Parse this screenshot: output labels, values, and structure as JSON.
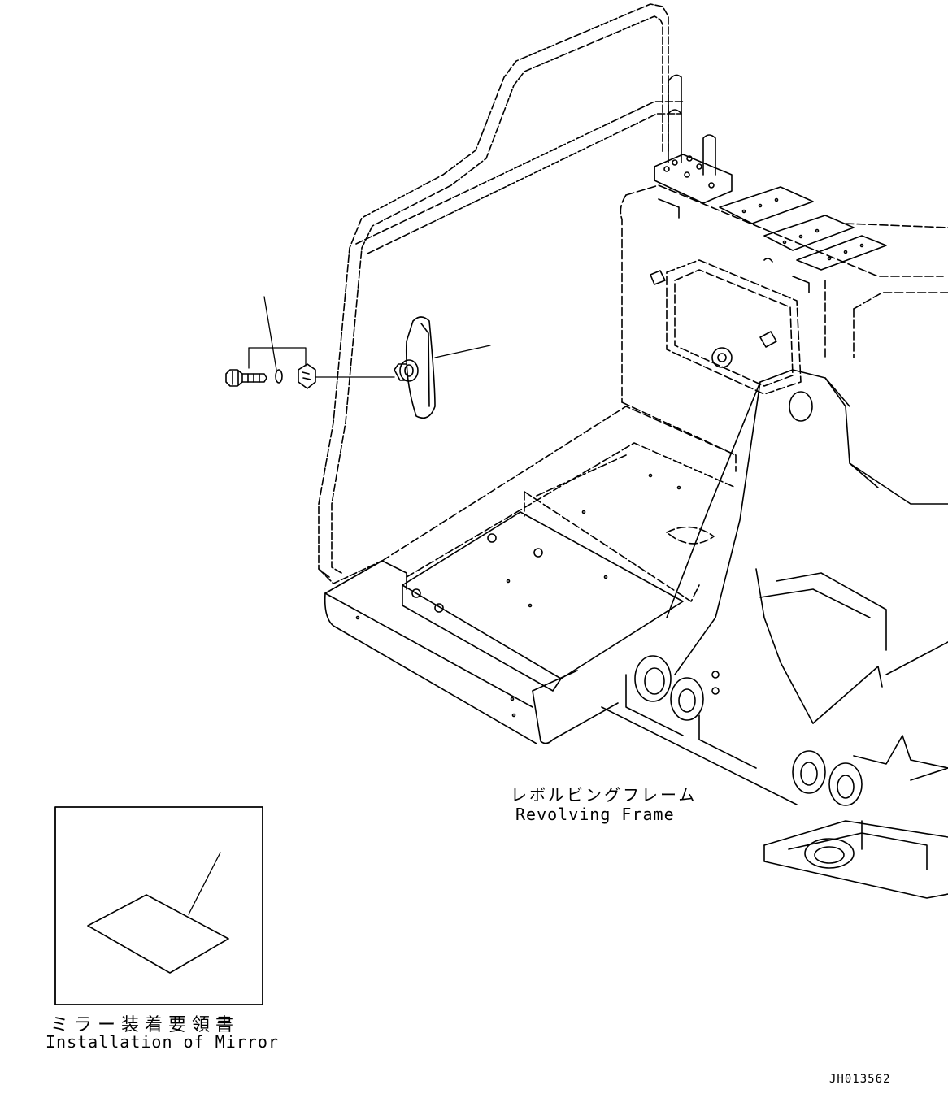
{
  "labels": {
    "frame_jp": "レボルビングフレーム",
    "frame_en": "Revolving Frame",
    "manual_jp": "ミラー装着要領書",
    "manual_en": "Installation of Mirror",
    "drawing_number": "JH013562"
  }
}
